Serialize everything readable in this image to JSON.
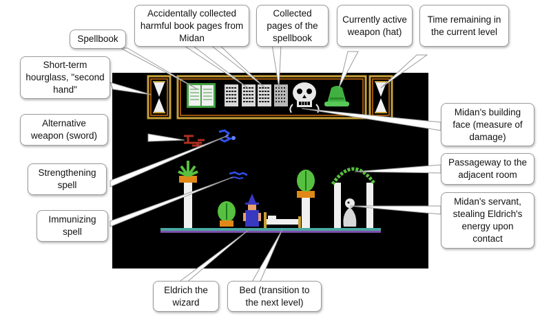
{
  "annotations": {
    "spellbook": "Spellbook",
    "harmful_pages": "Accidentally collected harmful book pages from Midan",
    "collected_pages": "Collected pages of the spellbook",
    "active_weapon": "Currently active weapon (hat)",
    "time_remaining": "Time remaining in the current level",
    "hourglass": "Short-term hourglass, \"second hand\"",
    "alt_weapon": "Alternative weapon (sword)",
    "midan_face": "Midan's building face (measure of damage)",
    "strengthening": "Strengthening spell",
    "passageway": "Passageway to the adjacent room",
    "immunizing": "Immunizing spell",
    "servant": "Midan's servant, stealing Eldrich's energy upon contact",
    "eldrich": "Eldrich the wizard",
    "bed": "Bed (transition to the next level)"
  },
  "colors": {
    "screen": "#000000",
    "frame_gold": "#c8a038",
    "frame_orange": "#d07010",
    "pillar": "#f0f0f0",
    "plant_green": "#58c040",
    "pot_orange": "#e08818",
    "hat_green": "#40b040",
    "spell_blue": "#3050f0",
    "sword_red": "#b03020",
    "wizard_blue": "#3838c0",
    "floor_teal": "#48a8a0",
    "floor_purple": "#8050b0"
  },
  "icons": {
    "hourglass_left": "hourglass-icon",
    "spellbook": "open-book-icon",
    "page": "spellbook-page-icon",
    "face": "skull-face-icon",
    "hat": "green-hat-icon",
    "hourglass_right": "hourglass-icon"
  }
}
